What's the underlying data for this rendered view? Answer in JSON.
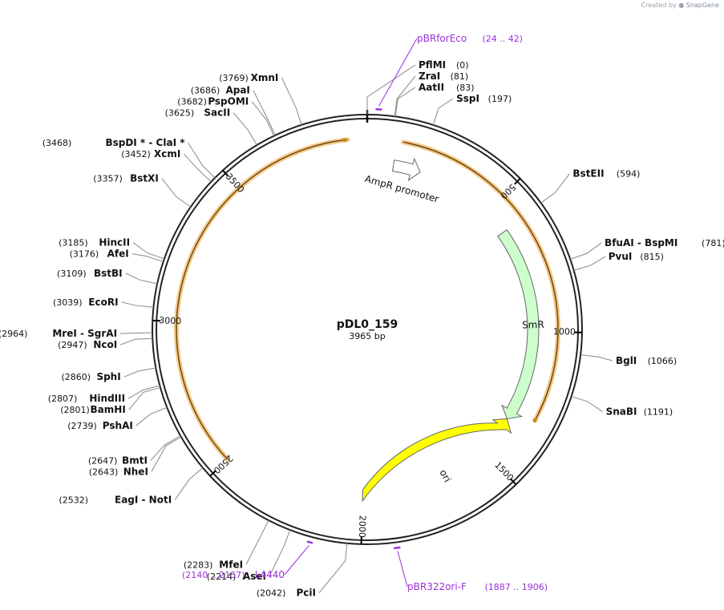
{
  "credit": {
    "prefix": "Created by",
    "brand": "SnapGene"
  },
  "plasmid": {
    "name": "pDL0_159",
    "length_label": "3965 bp",
    "length": 3965
  },
  "ticks": [
    "500",
    "1000",
    "1500",
    "2000",
    "2500",
    "3000",
    "3500"
  ],
  "sites": [
    {
      "name": "PflMI",
      "pos": 0,
      "pos_label": "(0)"
    },
    {
      "name": "ZraI",
      "pos": 81,
      "pos_label": "(81)"
    },
    {
      "name": "AatII",
      "pos": 83,
      "pos_label": "(83)"
    },
    {
      "name": "SspI",
      "pos": 197,
      "pos_label": "(197)"
    },
    {
      "name": "BstEII",
      "pos": 594,
      "pos_label": "(594)"
    },
    {
      "name": "BfuAI  -  BspMI",
      "pos": 781,
      "pos_label": "(781)"
    },
    {
      "name": "PvuI",
      "pos": 815,
      "pos_label": "(815)"
    },
    {
      "name": "BglI",
      "pos": 1066,
      "pos_label": "(1066)"
    },
    {
      "name": "SnaBI",
      "pos": 1191,
      "pos_label": "(1191)"
    },
    {
      "name": "PciI",
      "pos": 2042,
      "pos_label": "(2042)"
    },
    {
      "name": "AseI",
      "pos": 2214,
      "pos_label": "(2214)"
    },
    {
      "name": "MfeI",
      "pos": 2283,
      "pos_label": "(2283)"
    },
    {
      "name": "EagI  -  NotI",
      "pos": 2532,
      "pos_label": "(2532)"
    },
    {
      "name": "NheI",
      "pos": 2643,
      "pos_label": "(2643)"
    },
    {
      "name": "BmtI",
      "pos": 2647,
      "pos_label": "(2647)"
    },
    {
      "name": "PshAI",
      "pos": 2739,
      "pos_label": "(2739)"
    },
    {
      "name": "BamHI",
      "pos": 2801,
      "pos_label": "(2801)"
    },
    {
      "name": "HindIII",
      "pos": 2807,
      "pos_label": "(2807)"
    },
    {
      "name": "SphI",
      "pos": 2860,
      "pos_label": "(2860)"
    },
    {
      "name": "NcoI",
      "pos": 2947,
      "pos_label": "(2947)"
    },
    {
      "name": "MreI  -  SgrAI",
      "pos": 2964,
      "pos_label": "(2964)"
    },
    {
      "name": "EcoRI",
      "pos": 3039,
      "pos_label": "(3039)"
    },
    {
      "name": "BstBI",
      "pos": 3109,
      "pos_label": "(3109)"
    },
    {
      "name": "AfeI",
      "pos": 3176,
      "pos_label": "(3176)"
    },
    {
      "name": "HincII",
      "pos": 3185,
      "pos_label": "(3185)"
    },
    {
      "name": "BstXI",
      "pos": 3357,
      "pos_label": "(3357)"
    },
    {
      "name": "XcmI",
      "pos": 3452,
      "pos_label": "(3452)"
    },
    {
      "name": "BspDI *  -  ClaI *",
      "pos": 3468,
      "pos_label": "(3468)"
    },
    {
      "name": "SacII",
      "pos": 3625,
      "pos_label": "(3625)"
    },
    {
      "name": "PspOMI",
      "pos": 3682,
      "pos_label": "(3682)"
    },
    {
      "name": "ApaI",
      "pos": 3686,
      "pos_label": "(3686)"
    },
    {
      "name": "XmnI",
      "pos": 3769,
      "pos_label": "(3769)"
    }
  ],
  "primers": [
    {
      "name": "pBRforEco",
      "range": "(24 .. 42)",
      "start": 24,
      "end": 42
    },
    {
      "name": "pBR322ori-F",
      "range": "(1887 .. 1906)",
      "start": 1887,
      "end": 1906
    },
    {
      "name": "L4440",
      "range": "(2140 .. 2157)",
      "start": 2140,
      "end": 2157
    }
  ],
  "features": [
    {
      "name": "AmpR promoter",
      "start": 100,
      "end": 205,
      "color": "#ffffff"
    },
    {
      "name": "SmR",
      "start": 600,
      "end": 1350,
      "color": "#ccffcc"
    },
    {
      "name": "ori",
      "start": 1350,
      "end": 2000,
      "color": "#ffff00"
    }
  ],
  "colors": {
    "primer": "#9b30d9",
    "insert_arc": "#e8a33a",
    "backbone": "#000000"
  }
}
